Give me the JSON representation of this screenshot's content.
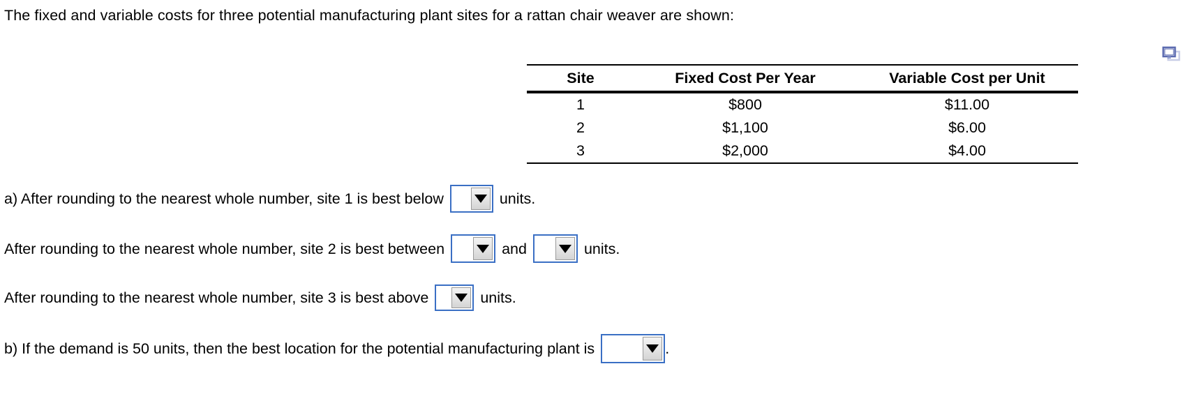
{
  "prompt": {
    "text": "The fixed and variable costs for three potential manufacturing plant sites for a rattan chair weaver are shown:"
  },
  "toolbar": {
    "copy_icon": "copy-windows-icon"
  },
  "table": {
    "columns": [
      "Site",
      "Fixed Cost Per Year",
      "Variable Cost per Unit"
    ],
    "rows": [
      {
        "site": "1",
        "fixed_cost": "$800",
        "variable_cost": "$11.00"
      },
      {
        "site": "2",
        "fixed_cost": "$1,100",
        "variable_cost": "$6.00"
      },
      {
        "site": "3",
        "fixed_cost": "$2,000",
        "variable_cost": "$4.00"
      }
    ]
  },
  "questions": {
    "a": {
      "prefix": "a) After rounding to the nearest whole number, site 1 is best below",
      "suffix": "units.",
      "dropdown_value": ""
    },
    "a2": {
      "prefix": "After rounding to the nearest whole number, site 2 is best between",
      "middle": "and",
      "suffix": "units.",
      "dropdown_value_1": "",
      "dropdown_value_2": ""
    },
    "a3": {
      "prefix": "After rounding to the nearest whole number, site 3 is best above",
      "suffix": "units.",
      "dropdown_value": ""
    },
    "b": {
      "prefix": "b) If the demand is 50 units, then the best location for the potential manufacturing plant is",
      "suffix": ".",
      "dropdown_value": ""
    }
  },
  "colors": {
    "select_border": "#3a6fc4",
    "icon_blue": "#5c6bb0",
    "icon_blue_light": "#c8cde6",
    "text": "#000000",
    "background": "#ffffff"
  }
}
